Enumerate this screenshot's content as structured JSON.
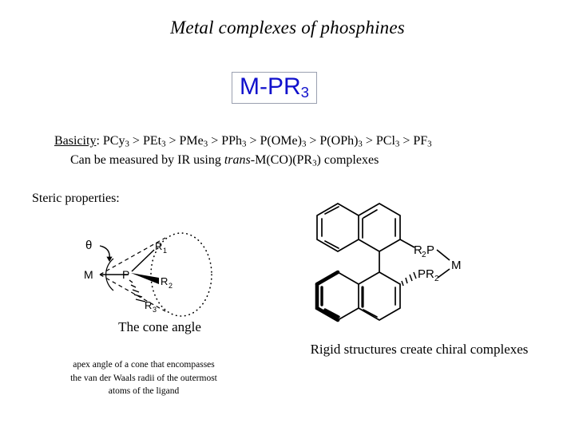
{
  "slide": {
    "title": "Metal complexes of phosphines",
    "formula": {
      "base": "M-PR",
      "subscript": "3",
      "color": "#1111cc",
      "border_color": "#9aa0b0"
    },
    "basicity": {
      "label": "Basicity",
      "separator": ": ",
      "sequence": "PCy3 > PEt3 > PMe3 > PPh3 > P(OMe)3 > P(OPh)3 > PCl3 > PF3",
      "items": [
        {
          "formula": "PCy",
          "sub": "3"
        },
        {
          "formula": "PEt",
          "sub": "3"
        },
        {
          "formula": "PMe",
          "sub": "3"
        },
        {
          "formula": "PPh",
          "sub": "3"
        },
        {
          "formula": "P(OMe)",
          "sub": "3"
        },
        {
          "formula": "P(OPh)",
          "sub": "3"
        },
        {
          "formula": "PCl",
          "sub": "3"
        },
        {
          "formula": "PF",
          "sub": "3"
        }
      ],
      "operator": ">"
    },
    "ir_note": {
      "prefix": "Can be measured by IR using ",
      "italic": "trans",
      "middle": "-M(CO)(PR",
      "sub": "3",
      "suffix": ") complexes"
    },
    "steric_heading": "Steric properties:",
    "cone": {
      "caption": "The cone angle",
      "note_lines": [
        "apex angle of a cone that encompasses",
        "the van der Waals radii of the outermost",
        "atoms of the ligand"
      ],
      "labels": {
        "metal": "M",
        "phosphorus": "P",
        "angle": "θ",
        "r1": "R",
        "r1_sub": "1",
        "r2": "R",
        "r2_sub": "2",
        "r3": "R",
        "r3_sub": "3"
      }
    },
    "binap": {
      "caption": "Rigid structures create chiral complexes",
      "labels": {
        "upper_phosphine": "R",
        "upper_phosphine_sub": "2",
        "upper_phosphine_tail": "P",
        "metal": "M",
        "lower_phosphine": "PR",
        "lower_phosphine_sub": "2"
      }
    }
  }
}
